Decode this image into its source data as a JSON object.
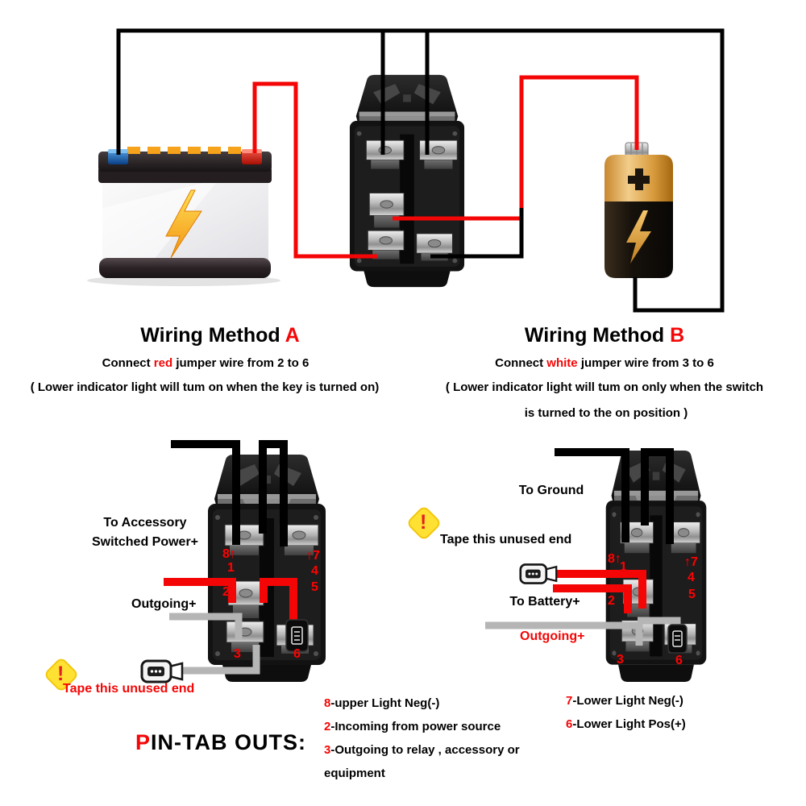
{
  "colors": {
    "accent_red": "#f40606",
    "wire_black": "#000000",
    "wire_red": "#f40606",
    "wire_gray": "#b5b5b5",
    "warning_yellow": "#ffe133",
    "warning_exclaim_red": "#e31e24",
    "battery_cap_orange": "#f6a21b",
    "cell_gold": "#d89a45"
  },
  "method_a": {
    "title_prefix": "Wiring Method ",
    "title_letter": "A",
    "desc_pre": "Connect ",
    "desc_highlight": "red",
    "desc_post": " jumper wire from 2 to 6",
    "note": "( Lower indicator light will tum on when the key is turned on)"
  },
  "method_b": {
    "title_prefix": "Wiring Method ",
    "title_letter": "B",
    "desc_pre": "Connect ",
    "desc_highlight": "white",
    "desc_post": " jumper wire from 3 to 6",
    "note_line1": "( Lower indicator light will tum on only when the switch",
    "note_line2": "is turned to the on position )"
  },
  "diagram_a": {
    "accessory_line1": "To Accessory",
    "accessory_line2": "Switched Power+",
    "outgoing": "Outgoing+",
    "tape_note": "Tape this unused end",
    "warning_glyph": "!"
  },
  "diagram_b": {
    "ground": "To Ground",
    "tape_note": "Tape this unused end",
    "battery": "To Battery+",
    "outgoing": "Outgoing+",
    "warning_glyph": "!"
  },
  "pin_labels": {
    "p8": "8↑",
    "p1": "1",
    "p2": "2",
    "p3": "3",
    "p7": "↑7",
    "p4": "4",
    "p5": "5",
    "p6": "6"
  },
  "pin_tab_outs": {
    "title_highlight": "P",
    "title_rest": "IN-TAB OUTS:",
    "left_items": [
      {
        "num": "8",
        "text": "-upper Light Neg(-)"
      },
      {
        "num": "2",
        "text": "-Incoming from power source"
      },
      {
        "num": "3",
        "text": "-Outgoing to relay , accessory or"
      },
      {
        "num": "",
        "text": "equipment"
      }
    ],
    "right_items": [
      {
        "num": "7",
        "text": "-Lower Light Neg(-)"
      },
      {
        "num": "6",
        "text": "-Lower Light Pos(+)"
      }
    ]
  }
}
